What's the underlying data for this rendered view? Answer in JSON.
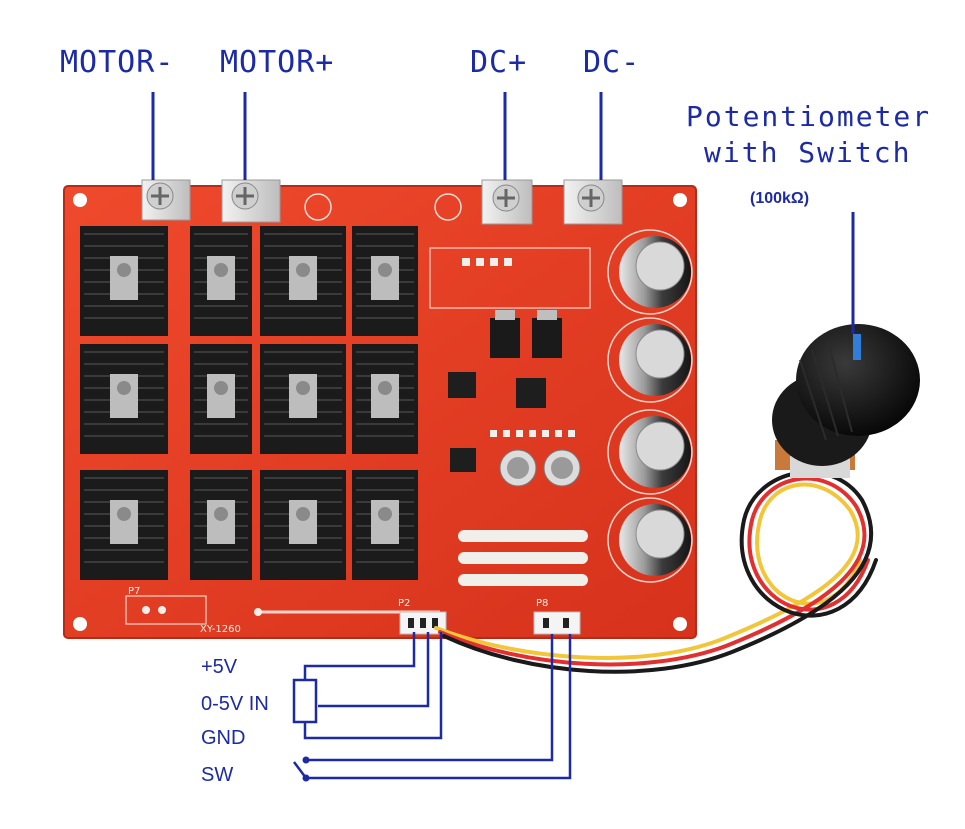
{
  "top_labels": {
    "motor_minus": "MOTOR-",
    "motor_plus": "MOTOR+",
    "dc_plus": "DC+",
    "dc_minus": "DC-"
  },
  "potentiometer": {
    "title_line1": "Potentiometer",
    "title_line2": "with Switch",
    "value": "(100kΩ)"
  },
  "wiring_labels": {
    "plus5v": "+5V",
    "input": "0-5V IN",
    "gnd": "GND",
    "sw": "SW"
  },
  "board": {
    "model": "XY-1260",
    "silk_p7": "P7",
    "silk_p2": "P2",
    "silk_p8": "P8"
  },
  "colors": {
    "label_blue": "#1c2aa6",
    "pcb_red": "#e23a22",
    "heatsink": "#1b1b1b",
    "knob_marker": "#2f7fd8"
  }
}
